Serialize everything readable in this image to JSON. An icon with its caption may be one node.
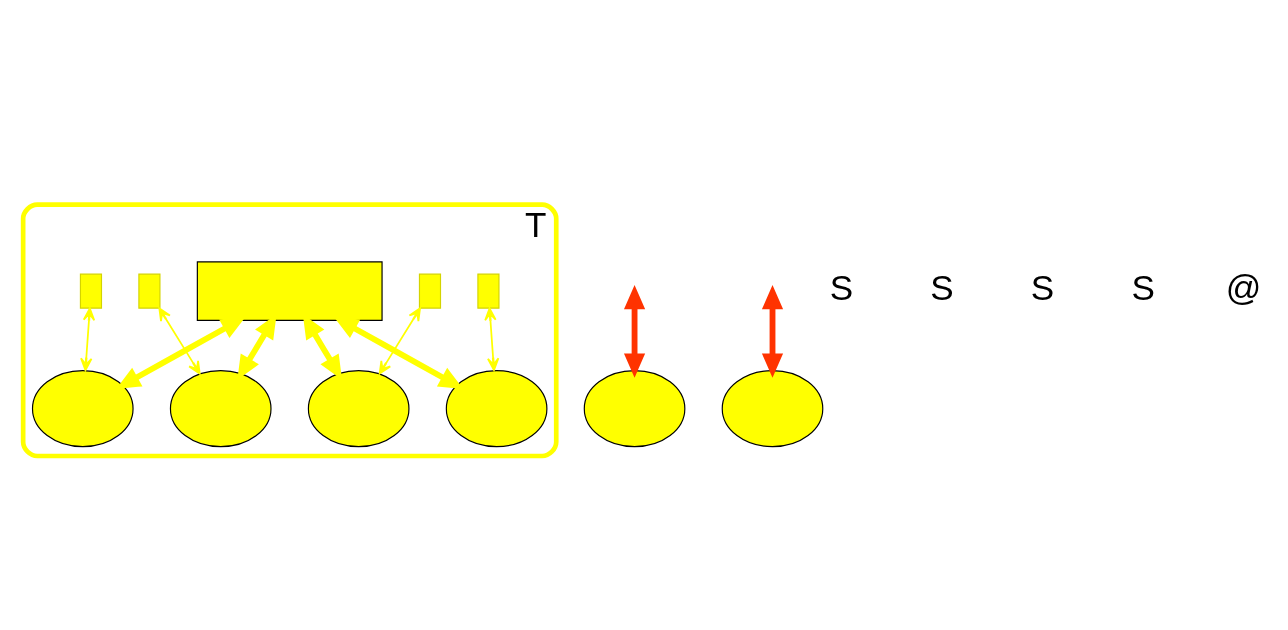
{
  "diagram": {
    "nodes": [
      {
        "text": [
          "T"
        ]
      },
      {
        "text": [],
        "shape": "box",
        "in": 0
      },
      {
        "text": [],
        "shape": "bar",
        "in": 0
      },
      {
        "text": [],
        "shape": "bar",
        "in": 0
      },
      {
        "text": [],
        "shape": "bar",
        "in": 0
      },
      {
        "text": [],
        "shape": "bar",
        "in": 0
      },
      {
        "text": [],
        "shape": "ellipse",
        "in": 0
      },
      {
        "text": [],
        "shape": "ellipse",
        "in": 0
      },
      {
        "text": [],
        "shape": "ellipse",
        "in": 0
      },
      {
        "text": [],
        "shape": "ellipse",
        "in": 0
      },
      {
        "text": [],
        "shape": "ellipse"
      },
      {
        "text": [],
        "shape": "ellipse"
      }
    ],
    "edges": [
      {
        "from": 1,
        "to": 6,
        "arrow": "both"
      },
      {
        "from": 1,
        "to": 7,
        "arrow": "both"
      },
      {
        "from": 1,
        "to": 8,
        "arrow": "both"
      },
      {
        "from": 1,
        "to": 9,
        "arrow": "both"
      },
      {
        "from": 2,
        "to": 6,
        "arrow": "both"
      },
      {
        "from": 3,
        "to": 7,
        "arrow": "both"
      },
      {
        "from": 4,
        "to": 8,
        "arrow": "both"
      },
      {
        "from": 5,
        "to": 9,
        "arrow": "both"
      },
      {
        "from": null,
        "to": 10,
        "arrow": "both",
        "color": "#ff3300"
      },
      {
        "from": null,
        "to": 11,
        "arrow": "both",
        "color": "#ff3300"
      }
    ],
    "labels": [
      "S",
      "S",
      "S",
      "S",
      "@"
    ]
  }
}
